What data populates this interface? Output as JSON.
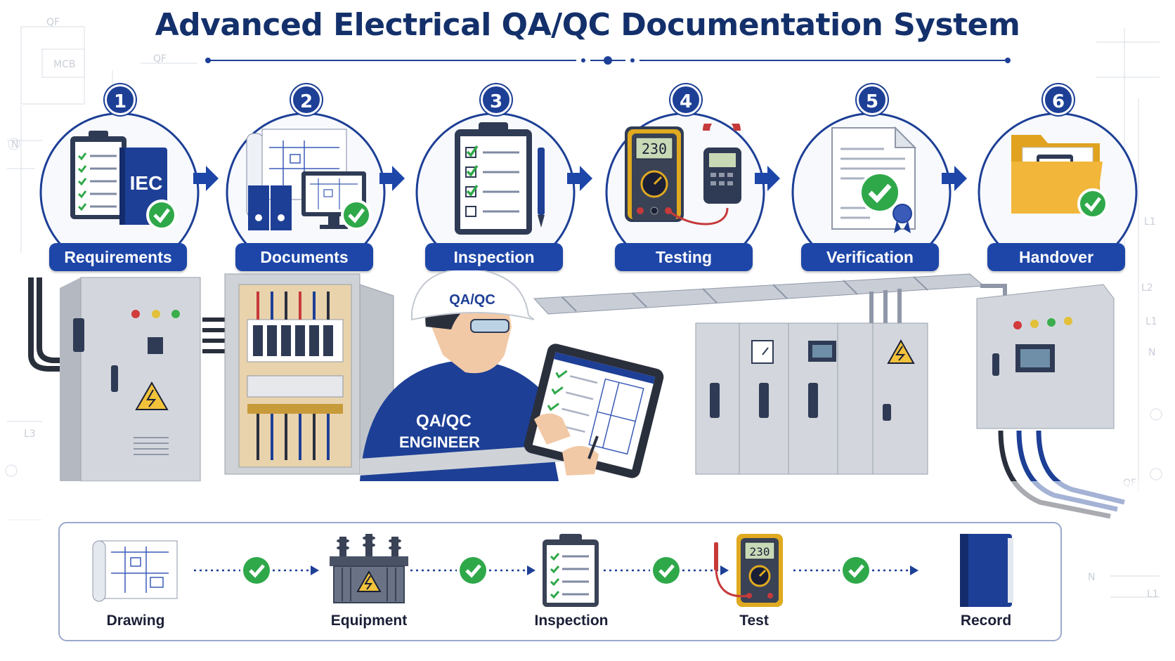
{
  "title": "Advanced Electrical QA/QC Documentation System",
  "colors": {
    "navy": "#1d3f96",
    "label_blue": "#1d46a8",
    "title_navy": "#13306b",
    "check_green": "#2fa84a",
    "folder_yellow": "#f2b63a",
    "panel_grey": "#cfd3d8"
  },
  "steps": [
    {
      "number": "1",
      "label": "Requirements",
      "icon": "checklist-book-icon",
      "badge": "IEC"
    },
    {
      "number": "2",
      "label": "Documents",
      "icon": "drawings-binders-icon"
    },
    {
      "number": "3",
      "label": "Inspection",
      "icon": "clipboard-checklist-icon"
    },
    {
      "number": "4",
      "label": "Testing",
      "icon": "multimeter-clamp-icon",
      "reading": "230"
    },
    {
      "number": "5",
      "label": "Verification",
      "icon": "certified-document-icon"
    },
    {
      "number": "6",
      "label": "Handover",
      "icon": "folder-clipboard-icon"
    }
  ],
  "scene": {
    "helmet_text": "QA/QC",
    "jacket_line1": "QA/QC",
    "jacket_line2": "ENGINEER",
    "bg_labels": [
      "QF",
      "MCB",
      "QF",
      "N",
      "L3",
      "QF",
      "L1",
      "L2",
      "L1",
      "N",
      "N",
      "L1"
    ]
  },
  "flow": [
    {
      "label": "Drawing",
      "icon": "drawing-roll-icon"
    },
    {
      "label": "Equipment",
      "icon": "transformer-icon"
    },
    {
      "label": "Inspection",
      "icon": "clipboard-icon"
    },
    {
      "label": "Test",
      "icon": "multimeter-icon",
      "reading": "230"
    },
    {
      "label": "Record",
      "icon": "binder-icon"
    }
  ]
}
